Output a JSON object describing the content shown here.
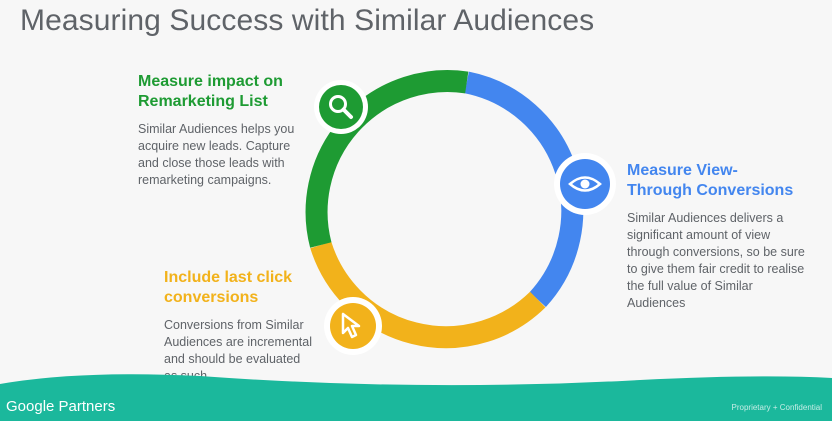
{
  "title": "Measuring Success with Similar Audiences",
  "colors": {
    "green": "#1e9b33",
    "blue": "#4386ef",
    "yellow": "#f2b21b",
    "footer": "#1bb89c"
  },
  "sections": {
    "remarketing": {
      "icon": "magnifier-icon",
      "heading_lines": [
        "Measure impact on",
        "Remarketing List"
      ],
      "body_lines": [
        "Similar Audiences helps you",
        "acquire new leads. Capture",
        "and close those leads with",
        "remarketing campaigns."
      ]
    },
    "view_through": {
      "icon": "eye-icon",
      "heading_lines": [
        "Measure View-",
        "Through Conversions"
      ],
      "body_lines": [
        "Similar Audiences delivers a",
        "significant amount of view",
        "through conversions, so be sure",
        "to give them fair credit to realise",
        "the full value of Similar",
        "Audiences"
      ]
    },
    "last_click": {
      "icon": "cursor-icon",
      "heading_lines": [
        "Include last click",
        "conversions"
      ],
      "body_lines": [
        "Conversions from Similar",
        "Audiences are incremental",
        "and should be evaluated",
        "as such."
      ]
    }
  },
  "footer": {
    "logo": "Google Partners",
    "note": "Proprietary + Confidential"
  }
}
